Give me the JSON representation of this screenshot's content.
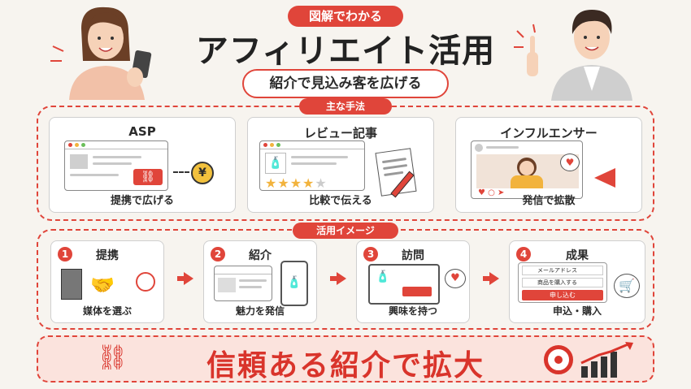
{
  "header": {
    "badge": "図解でわかる",
    "title": "アフィリエイト活用",
    "subtitle": "紹介で見込み客を広げる"
  },
  "methods": {
    "label": "主な手法",
    "items": [
      {
        "title": "ASP",
        "caption": "提携で広げる"
      },
      {
        "title": "レビュー記事",
        "caption": "比較で伝える"
      },
      {
        "title": "インフルエンサー",
        "caption": "発信で拡散"
      }
    ]
  },
  "usage": {
    "label": "活用イメージ",
    "steps": [
      {
        "num": "1",
        "title": "提携",
        "caption": "媒体を選ぶ"
      },
      {
        "num": "2",
        "title": "紹介",
        "caption": "魅力を発信"
      },
      {
        "num": "3",
        "title": "訪問",
        "caption": "興味を持つ"
      },
      {
        "num": "4",
        "title": "成果",
        "caption": "申込・購入"
      }
    ],
    "form": {
      "email": "メールアドレス",
      "product": "商品を購入する",
      "submit": "申し込む"
    }
  },
  "banner": {
    "text": "信頼ある紹介で拡大"
  },
  "colors": {
    "accent": "#e0453a",
    "background": "#f7f4ef",
    "banner_bg": "#fbe3dd"
  }
}
